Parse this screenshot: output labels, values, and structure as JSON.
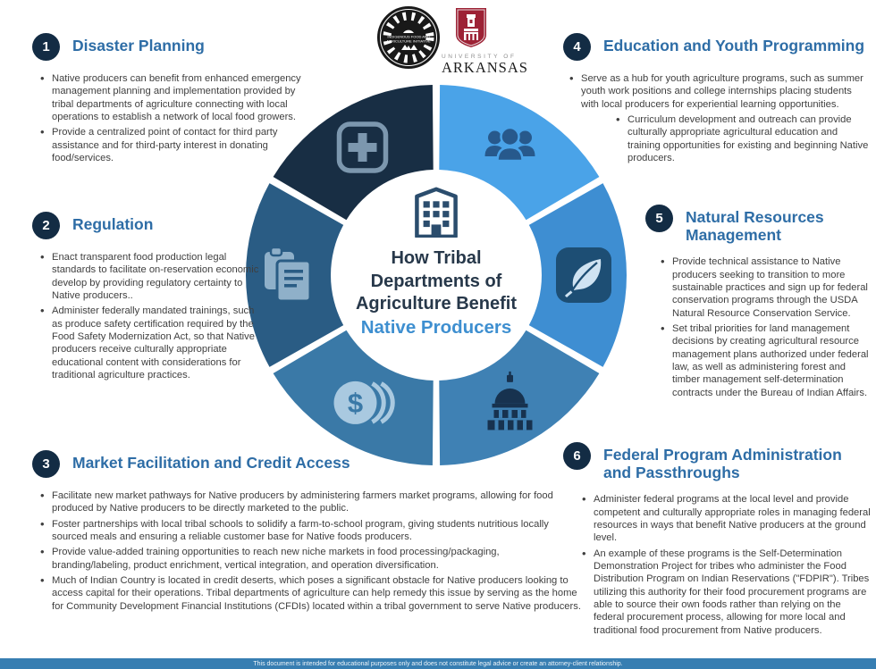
{
  "center": {
    "title_lines": [
      "How Tribal",
      "Departments of",
      "Agriculture Benefit"
    ],
    "highlight": "Native Producers",
    "icon": "building-icon"
  },
  "logos": {
    "ifai": {
      "name": "Indigenous Food and Agriculture Initiative seal",
      "text_line1": "INDIGENOUS FOOD AND",
      "text_line2": "AGRICULTURE INITIATIVE"
    },
    "university": {
      "line1": "UNIVERSITY OF",
      "line2": "ARKANSAS"
    }
  },
  "sections": [
    {
      "number": "1",
      "title": "Disaster Planning",
      "bullets": [
        "Native producers can benefit from enhanced emergency management planning and implementation provided by tribal departments of agriculture connecting with local operations to establish a network of local food growers.",
        "Provide a centralized point of contact for third party assistance and for third-party interest in donating food/services."
      ]
    },
    {
      "number": "2",
      "title": "Regulation",
      "bullets": [
        "Enact transparent food production legal standards to facilitate on-reservation economic develop by providing regulatory certainty to Native producers..",
        "Administer federally mandated trainings, such as produce safety certification required by the Food Safety Modernization Act, so that Native producers receive culturally appropriate educational content with considerations for traditional agriculture practices."
      ]
    },
    {
      "number": "3",
      "title": "Market Facilitation and Credit Access",
      "bullets": [
        "Facilitate new market pathways for Native producers by administering farmers market programs, allowing for food produced by Native producers to be directly marketed to the public.",
        "Foster partnerships with local tribal schools to solidify a farm-to-school program, giving students nutritious locally sourced meals and ensuring a reliable customer base for Native foods producers.",
        "Provide value-added training opportunities to reach new niche markets in food processing/packaging, branding/labeling, product enrichment, vertical integration, and operation diversification.",
        "Much of Indian Country is located in credit deserts, which poses a significant obstacle for Native producers looking to access capital for their operations. Tribal departments of agriculture can help remedy this issue by serving as the home for Community Development Financial Institutions (CFDIs) located within a tribal government to serve Native producers."
      ]
    },
    {
      "number": "4",
      "title": "Education and Youth Programming",
      "bullets": [
        "Serve as a hub for youth agriculture programs, such as summer youth work positions and college internships placing students with local producers for experiential learning opportunities."
      ],
      "sub_bullets": [
        "Curriculum development and outreach can provide culturally appropriate agricultural education and training opportunities for existing and beginning Native producers."
      ]
    },
    {
      "number": "5",
      "title": "Natural Resources Management",
      "bullets": [
        "Provide technical assistance to Native producers seeking to transition to more sustainable practices and sign up for federal conservation programs through the USDA Natural Resource Conservation Service.",
        "Set tribal priorities for land management decisions by creating agricultural resource management plans authorized under federal law, as well as administering forest and timber management self-determination contracts under the Bureau of Indian Affairs."
      ]
    },
    {
      "number": "6",
      "title": "Federal Program Administration and Passthroughs",
      "bullets": [
        "Administer federal programs at the local level and provide competent and culturally appropriate roles in managing federal resources in ways that benefit Native producers at the ground level.",
        "An example of these programs is the Self-Determination Demonstration Project for tribes who administer the Food Distribution Program on Indian Reservations (\"FDPIR\").  Tribes utilizing this authority for their food procurement programs are able to source their own foods rather than relying on the federal procurement process, allowing for more local and traditional food procurement from Native producers."
      ]
    }
  ],
  "wheel_segments": [
    {
      "label": "Disaster Planning",
      "icon": "medical-cross-icon",
      "color": "#182e44"
    },
    {
      "label": "Regulation",
      "icon": "documents-icon",
      "color": "#2a5c84"
    },
    {
      "label": "Market Facilitation and Credit Access",
      "icon": "coins-icon",
      "color": "#3a79a7"
    },
    {
      "label": "Education and Youth Programming",
      "icon": "people-icon",
      "color": "#4aa3e8"
    },
    {
      "label": "Natural Resources Management",
      "icon": "leaf-icon",
      "color": "#3e8ed2"
    },
    {
      "label": "Federal Program Administration and Passthroughs",
      "icon": "capitol-icon",
      "color": "#3f81b4"
    }
  ],
  "colors": {
    "header_blue": "#2e6da6",
    "badge_navy": "#132c44",
    "title_navy": "#27384a",
    "title_highlight_blue": "#3e8fd0",
    "footer_bar": "#377eb2",
    "university_red": "#9d2235"
  },
  "footer": {
    "text": "This document is intended for educational purposes only and does not constitute legal advice or create an attorney-client relationship."
  }
}
